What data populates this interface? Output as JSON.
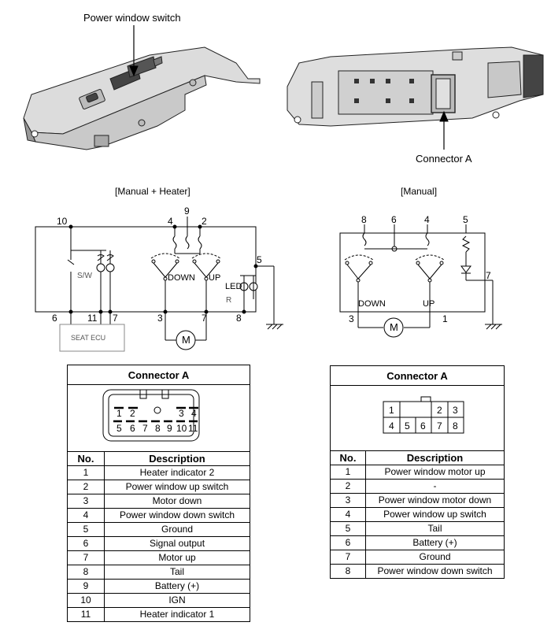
{
  "photos": {
    "left_callout": "Power window switch",
    "right_callout": "Connector A"
  },
  "diagrams": {
    "left_title": "[Manual + Heater]",
    "right_title": "[Manual]",
    "left": {
      "pins": {
        "p10": "10",
        "p4": "4",
        "p9": "9",
        "p2": "2",
        "p5": "5",
        "p6": "6",
        "p11": "11",
        "p7a": "7",
        "p3": "3",
        "p7b": "7",
        "p8": "8"
      },
      "sw": "S/W",
      "down": "DOWN",
      "up": "UP",
      "led": "LED",
      "r": "R",
      "seat_ecu": "SEAT ECU",
      "motor": "M"
    },
    "right": {
      "pins": {
        "p8": "8",
        "p6": "6",
        "p4": "4",
        "p5": "5",
        "p7": "7",
        "p3": "3",
        "p1": "1"
      },
      "down": "DOWN",
      "up": "UP",
      "motor": "M"
    }
  },
  "table_left": {
    "title": "Connector A",
    "pins_top": [
      "1",
      "2",
      "3",
      "4"
    ],
    "pins_bottom": [
      "5",
      "6",
      "7",
      "8",
      "9",
      "10",
      "11"
    ],
    "col_no": "No.",
    "col_desc": "Description",
    "rows": [
      {
        "no": "1",
        "desc": "Heater indicator 2"
      },
      {
        "no": "2",
        "desc": "Power window up switch"
      },
      {
        "no": "3",
        "desc": "Motor down"
      },
      {
        "no": "4",
        "desc": "Power window down switch"
      },
      {
        "no": "5",
        "desc": "Ground"
      },
      {
        "no": "6",
        "desc": "Signal output"
      },
      {
        "no": "7",
        "desc": "Motor up"
      },
      {
        "no": "8",
        "desc": "Tail"
      },
      {
        "no": "9",
        "desc": "Battery (+)"
      },
      {
        "no": "10",
        "desc": "IGN"
      },
      {
        "no": "11",
        "desc": "Heater indicator 1"
      }
    ]
  },
  "table_right": {
    "title": "Connector A",
    "pins_top": [
      "1",
      "",
      "2",
      "3"
    ],
    "pins_bottom": [
      "4",
      "5",
      "6",
      "7",
      "8"
    ],
    "col_no": "No.",
    "col_desc": "Description",
    "rows": [
      {
        "no": "1",
        "desc": "Power window motor up"
      },
      {
        "no": "2",
        "desc": "-"
      },
      {
        "no": "3",
        "desc": "Power window motor down"
      },
      {
        "no": "4",
        "desc": "Power window up switch"
      },
      {
        "no": "5",
        "desc": "Tail"
      },
      {
        "no": "6",
        "desc": "Battery (+)"
      },
      {
        "no": "7",
        "desc": "Ground"
      },
      {
        "no": "8",
        "desc": "Power window down switch"
      }
    ]
  }
}
